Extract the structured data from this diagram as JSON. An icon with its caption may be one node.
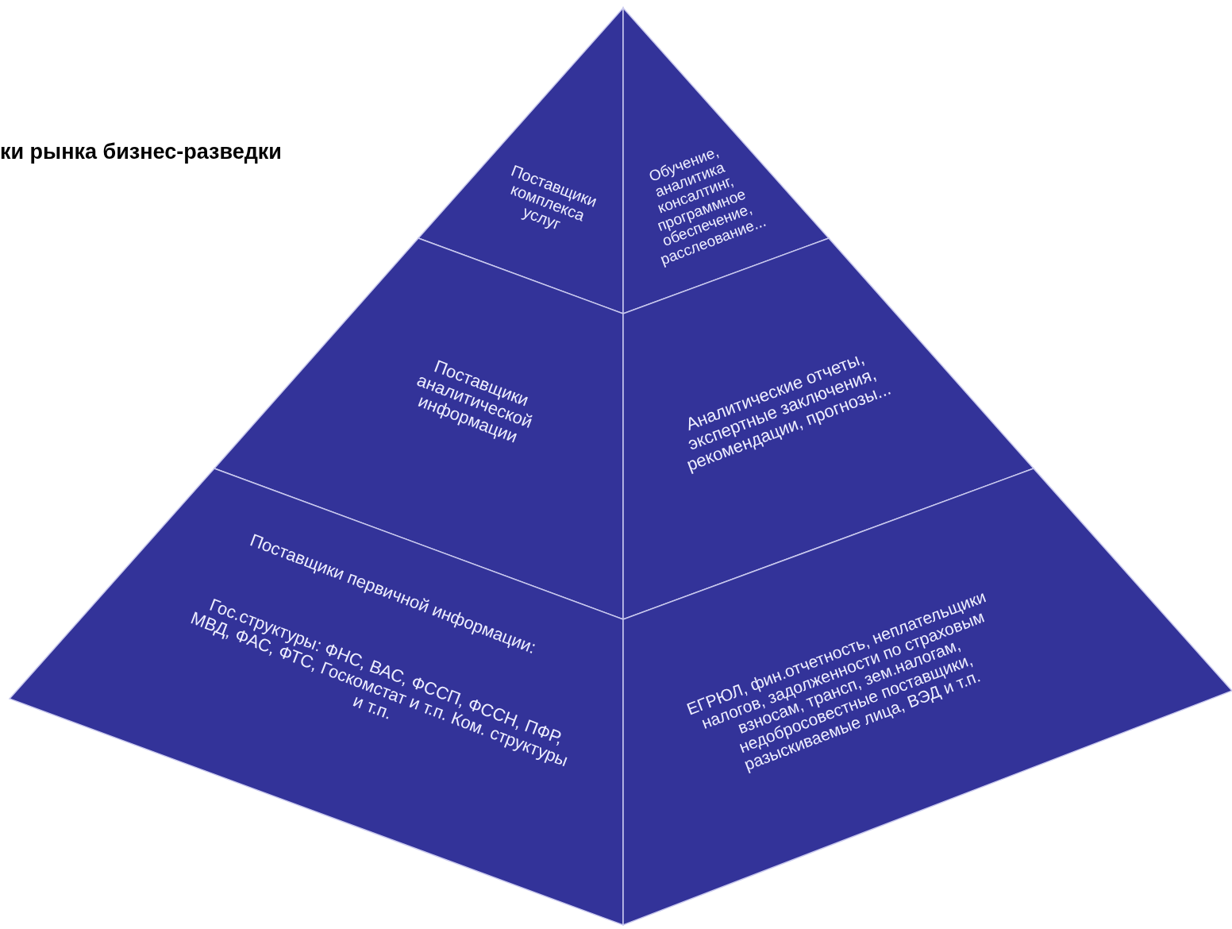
{
  "diagram": {
    "title": "ки рынка бизнес-разведки",
    "nodes": [
      {
        "text": [
          "Поставщики комплекса услуг"
        ]
      },
      {
        "text": [
          "Обучение, аналитика консалтинг, программное обеспечение, расслеование..."
        ]
      },
      {
        "text": [
          "Поставщики аналитической информации"
        ]
      },
      {
        "text": [
          "Аналитические отчеты, экспертные заключения, рекомендации, прогнозы..."
        ]
      },
      {
        "text": [
          "Поставщики первичной информации:",
          "Гос.структуры: ФНС, ВАС, ФССП, ФССН, ПФР, МВД, ФАС, ФТС, Госкомстат  и т.п. Ком. структуры и т.п."
        ]
      },
      {
        "text": [
          "ЕГРЮЛ, фин.отчетность, неплательщики налогов, задолженности по страховым взносам, трансп, зем.налогам, недобросовестные поставщики, разыскиваемые лица, ВЭД и т.п."
        ]
      }
    ],
    "edges": []
  }
}
